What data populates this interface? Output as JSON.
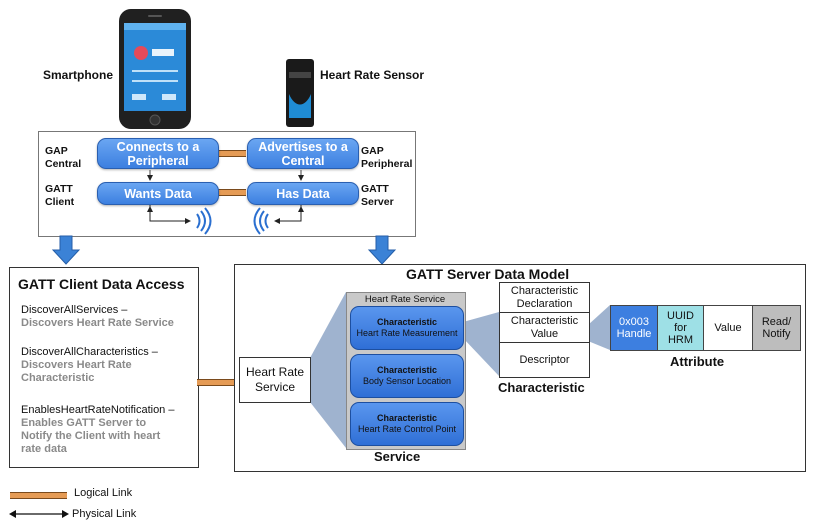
{
  "devices": {
    "smartphone_label": "Smartphone",
    "sensor_label": "Heart Rate Sensor"
  },
  "roles": {
    "gap_central": [
      "GAP",
      "Central"
    ],
    "gatt_client": [
      "GATT",
      "Client"
    ],
    "gap_peripheral": [
      "GAP",
      "Peripheral"
    ],
    "gatt_server": [
      "GATT",
      "Server"
    ]
  },
  "procedures": {
    "connects": [
      "Connects to a",
      "Peripheral"
    ],
    "advertises": [
      "Advertises to a",
      "Central"
    ],
    "wants": "Wants Data",
    "has": "Has Data"
  },
  "client_access": {
    "title": "GATT Client Data Access",
    "items": [
      {
        "call": "DiscoverAllServices –",
        "desc": [
          "Discovers Heart Rate Service"
        ]
      },
      {
        "call": "DiscoverAllCharacteristics –",
        "desc": [
          "Discovers Heart Rate",
          "Characteristic"
        ]
      },
      {
        "call": "EnablesHeartRateNotification –",
        "desc": [
          "Enables GATT Server to",
          "Notify the Client with heart",
          "rate data"
        ]
      }
    ]
  },
  "server_model": {
    "title": "GATT Server Data Model",
    "service_box": [
      "Heart Rate",
      "Service"
    ],
    "service_header": "Heart Rate Service",
    "characteristics": [
      {
        "head": "Characteristic",
        "name": "Heart Rate Measurement"
      },
      {
        "head": "Characteristic",
        "name": "Body Sensor Location"
      },
      {
        "head": "Characteristic",
        "name": "Heart Rate Control Point"
      }
    ],
    "service_caption": "Service",
    "char_rows": [
      [
        "Characteristic",
        "Declaration"
      ],
      [
        "Characteristic",
        "Value"
      ],
      [
        "Descriptor"
      ]
    ],
    "char_caption": "Characteristic",
    "attribute": {
      "handle": [
        "0x003",
        "Handle"
      ],
      "uuid": [
        "UUID",
        "for",
        "HRM"
      ],
      "value": "Value",
      "perm": [
        "Read/",
        "Notify"
      ],
      "caption": "Attribute"
    }
  },
  "legend": {
    "logical": "Logical Link",
    "physical": "Physical Link"
  },
  "colors": {
    "pill_blue": "#4a8ef0",
    "link_orange": "#e59b55",
    "arrow_blue": "#3b82d6",
    "handle_blue": "#3d7fe0",
    "uuid_teal": "#9ee0e6",
    "perm_gray": "#bdbdbd"
  }
}
